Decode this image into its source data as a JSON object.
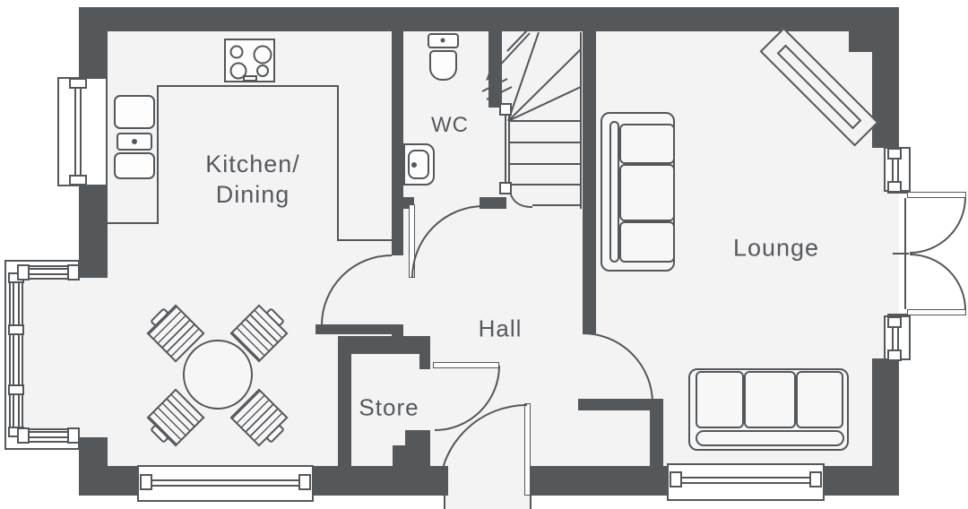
{
  "plan": {
    "type": "floorplan",
    "rooms": [
      {
        "id": "kitchen-dining",
        "label_lines": [
          "Kitchen/",
          "Dining"
        ]
      },
      {
        "id": "wc",
        "label": "WC"
      },
      {
        "id": "hall",
        "label": "Hall"
      },
      {
        "id": "store",
        "label": "Store"
      },
      {
        "id": "lounge",
        "label": "Lounge"
      }
    ],
    "fixtures": [
      "hob-icon",
      "sink-icon",
      "toilet-icon",
      "basin-icon",
      "stairs-icon",
      "dining-table-icon",
      "dining-chair-icon",
      "sofa-icon",
      "fireplace-icon",
      "bay-window-icon",
      "window-icon",
      "door-swing-icon",
      "front-door-icon",
      "french-doors-icon"
    ],
    "colors": {
      "wall": "#54585b",
      "room_fill": "#f3f3f4",
      "line": "#53575a",
      "label_text": "#55595d",
      "background": "#ffffff"
    }
  }
}
